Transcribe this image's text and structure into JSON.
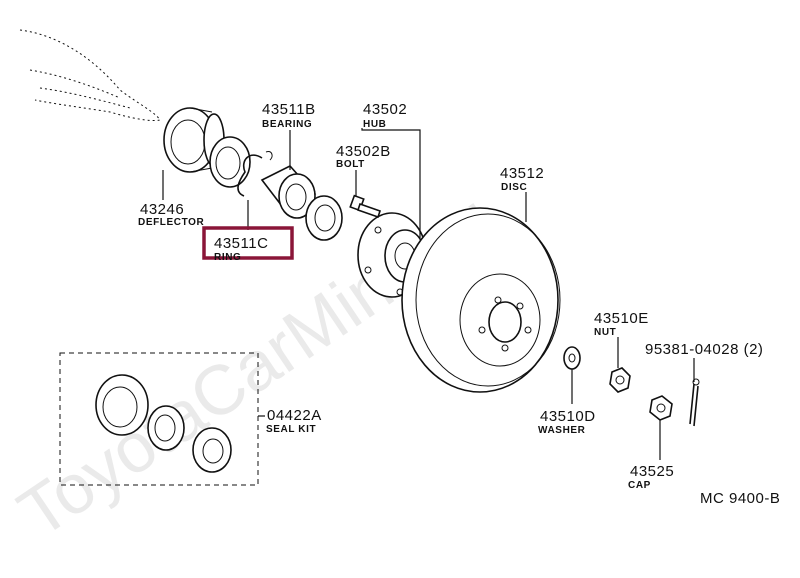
{
  "watermark": "ToyotaCarMine.ru",
  "highlight_color": "#8a1538",
  "parts": {
    "deflector": {
      "number": "43246",
      "name": "DEFLECTOR"
    },
    "bearing": {
      "number": "43511B",
      "name": "BEARING"
    },
    "ring": {
      "number": "43511C",
      "name": "RING"
    },
    "hub": {
      "number": "43502",
      "name": "HUB"
    },
    "bolt": {
      "number": "43502B",
      "name": "BOLT"
    },
    "disc": {
      "number": "43512",
      "name": "DISC"
    },
    "nut": {
      "number": "43510E",
      "name": "NUT"
    },
    "pin": {
      "number": "95381-04028 (2)"
    },
    "washer": {
      "number": "43510D",
      "name": "WASHER"
    },
    "seal_kit": {
      "number": "04422A",
      "name": "SEAL KIT"
    },
    "cap": {
      "number": "43525",
      "name": "CAP"
    }
  },
  "diagram_code": "MC 9400-B"
}
